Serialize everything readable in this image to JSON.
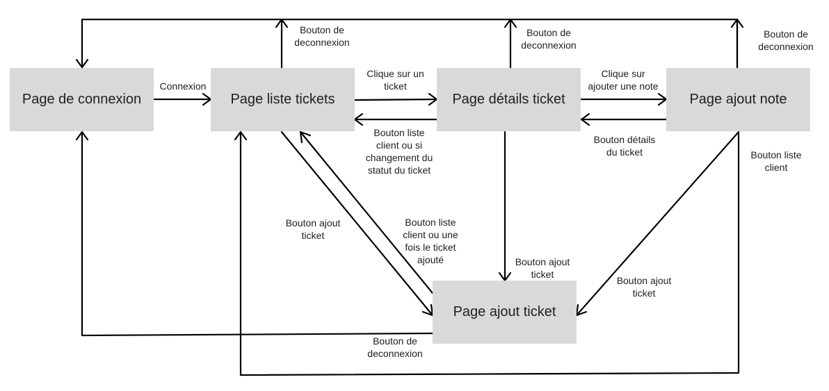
{
  "nodes": {
    "connexion": "Page de connexion",
    "liste": "Page liste tickets",
    "details": "Page détails ticket",
    "ajout_note": "Page ajout note",
    "ajout_ticket": "Page ajout ticket"
  },
  "edges": {
    "connexion_to_liste": "Connexion",
    "liste_deconnexion": "Bouton de\ndeconnexion",
    "details_deconnexion": "Bouton de\ndeconnexion",
    "note_deconnexion": "Bouton de\ndeconnexion",
    "liste_to_details": "Clique sur un\nticket",
    "details_to_liste": "Bouton liste\nclient ou si\nchangement du\nstatut du ticket",
    "details_to_note": "Clique sur\najouter une note",
    "note_to_details": "Bouton détails\ndu ticket",
    "note_to_liste": "Bouton liste\nclient",
    "liste_to_ajout_ticket": "Bouton ajout\nticket",
    "ajout_ticket_to_liste": "Bouton liste\nclient ou une\nfois le ticket\najouté",
    "details_to_ajout_ticket": "Bouton ajout\nticket",
    "note_to_ajout_ticket": "Bouton ajout\nticket",
    "ajout_ticket_deconnexion": "Bouton de\ndeconnexion"
  },
  "colors": {
    "node_fill": "#d9d9d9",
    "stroke": "#000000",
    "text": "#1e1e1e"
  }
}
